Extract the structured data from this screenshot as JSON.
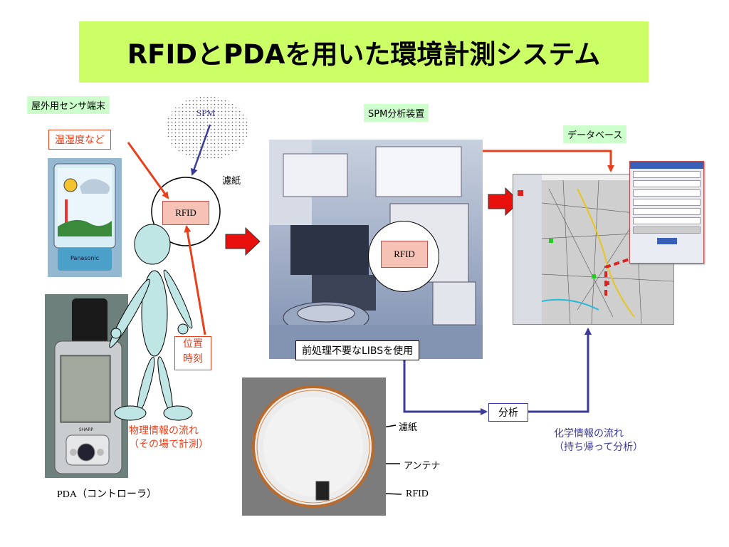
{
  "title": "RFIDとPDAを用いた環境計測システム",
  "labels": {
    "outdoor_terminal": "屋外用センサ端末",
    "temp_humidity": "温湿度など",
    "spm_cloud": "SPM",
    "filter_paper_top": "濾紙",
    "rfid_left": "RFID",
    "position_time_1": "位置",
    "position_time_2": "時刻",
    "physical_flow_1": "物理情報の流れ",
    "physical_flow_2": "（その場で計測）",
    "pda_caption": "PDA（コントローラ）",
    "spm_analyzer": "SPM分析装置",
    "rfid_center": "RFID",
    "libs_caption": "前処理不要なLIBSを使用",
    "database": "データベース",
    "analysis": "分析",
    "chemical_flow_1": "化学情報の流れ",
    "chemical_flow_2": "（持ち帰って分析）",
    "filter_paper_bottom": "濾紙",
    "antenna": "アンテナ",
    "rfid_bottom": "RFID"
  },
  "photos": {
    "sensor_device_text": "Panasonic",
    "pda_brand": "SHARP"
  },
  "colors": {
    "title_bg": "#ccff66",
    "green_label_bg": "#ccffcc",
    "red_flow": "#e8401c",
    "blue_flow": "#3a3a9a",
    "rfid_fill": "#f5c2b5",
    "figure_fill": "#bfe5e5"
  }
}
